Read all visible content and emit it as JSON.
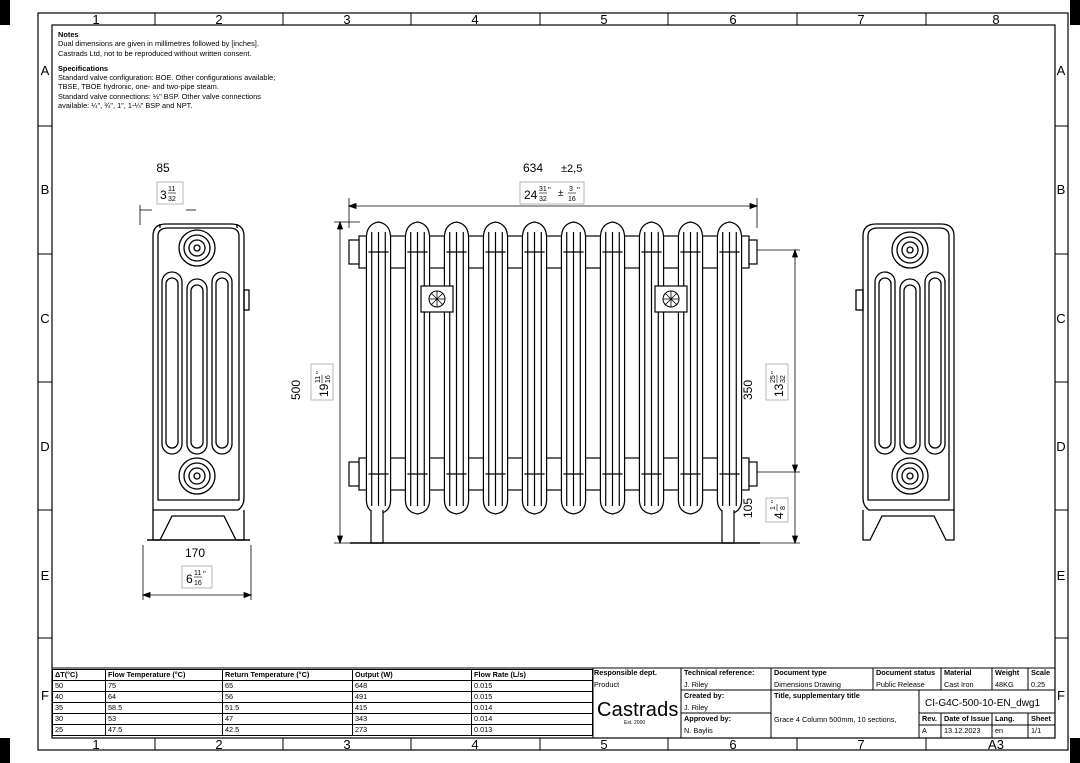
{
  "border": {
    "columns": [
      "1",
      "2",
      "3",
      "4",
      "5",
      "6",
      "7",
      "8"
    ],
    "rows": [
      "A",
      "B",
      "C",
      "D",
      "E",
      "F"
    ]
  },
  "notes": {
    "heading": "Notes",
    "lines": [
      "Dual dimensions are given in millimetres followed by [inches].",
      "Castrads Ltd, not to be reproduced without written consent."
    ],
    "spec_heading": "Specifications",
    "spec_lines": [
      "Standard valve configuration: BOE. Other configurations available;",
      "TBSE, TBOE hydronic, one- and two-pipe steam.",
      "Standard valve connections: ½\" BSP. Other valve connections",
      "available: ¼\", ¾\", 1\", 1-¼\" BSP and NPT."
    ]
  },
  "dimensions": {
    "depth_mm": "85",
    "depth_in_whole": "3",
    "depth_in_num": "11",
    "depth_in_den": "32",
    "foot_mm": "170",
    "foot_in_whole": "6",
    "foot_in_num": "11",
    "foot_in_den": "16",
    "width_mm": "634",
    "width_tol": "±2,5",
    "width_in_whole": "24",
    "width_in_num": "31",
    "width_in_den": "32",
    "width_tol_in_num": "3",
    "width_tol_in_den": "16",
    "height_mm": "500",
    "height_in_whole": "19",
    "height_in_num": "11",
    "height_in_den": "16",
    "centres_mm": "350",
    "centres_in_whole": "13",
    "centres_in_num": "25",
    "centres_in_den": "32",
    "floor_mm": "105",
    "floor_in_whole": "4",
    "floor_in_num": "1",
    "floor_in_den": "8",
    "inch_mark": "\"",
    "plusminus": "±"
  },
  "sections": 10,
  "table": {
    "headers": [
      "ΔT(°C)",
      "Flow Temperature (°C)",
      "Return Temperature (°C)",
      "Output (W)",
      "Flow Rate (L/s)"
    ],
    "rows": [
      [
        "50",
        "75",
        "65",
        "648",
        "0.015"
      ],
      [
        "40",
        "64",
        "56",
        "491",
        "0.015"
      ],
      [
        "35",
        "58.5",
        "51.5",
        "415",
        "0.014"
      ],
      [
        "30",
        "53",
        "47",
        "343",
        "0.014"
      ],
      [
        "25",
        "47.5",
        "42.5",
        "273",
        "0.013"
      ]
    ]
  },
  "title_block": {
    "responsible_dept_label": "Responsible dept.",
    "responsible_dept": "Product",
    "logo": "Castrads",
    "logo_est": "Est. 2000",
    "tech_ref_label": "Technical reference:",
    "tech_ref": "J. Riley",
    "created_by_label": "Created by:",
    "created_by": "J. Riley",
    "approved_by_label": "Approved by:",
    "approved_by": "N. Baylis",
    "doc_type_label": "Document type",
    "doc_type": "Dimensions Drawing",
    "title_label": "Title, supplementary title",
    "title": "Grace 4 Column 500mm, 10 sections,",
    "doc_status_label": "Document status",
    "doc_status": "Public Release",
    "material_label": "Material",
    "material": "Cast Iron",
    "weight_label": "Weight",
    "weight": "48KG",
    "scale_label": "Scale",
    "scale": "0.25",
    "doc_id": "CI-G4C-500-10-EN_dwg1",
    "rev_label": "Rev.",
    "rev": "A",
    "date_label": "Date of Issue",
    "date": "13.12.2023",
    "lang_label": "Lang.",
    "lang": "en",
    "sheet_label": "Sheet",
    "sheet": "1/1",
    "size": "A3"
  }
}
